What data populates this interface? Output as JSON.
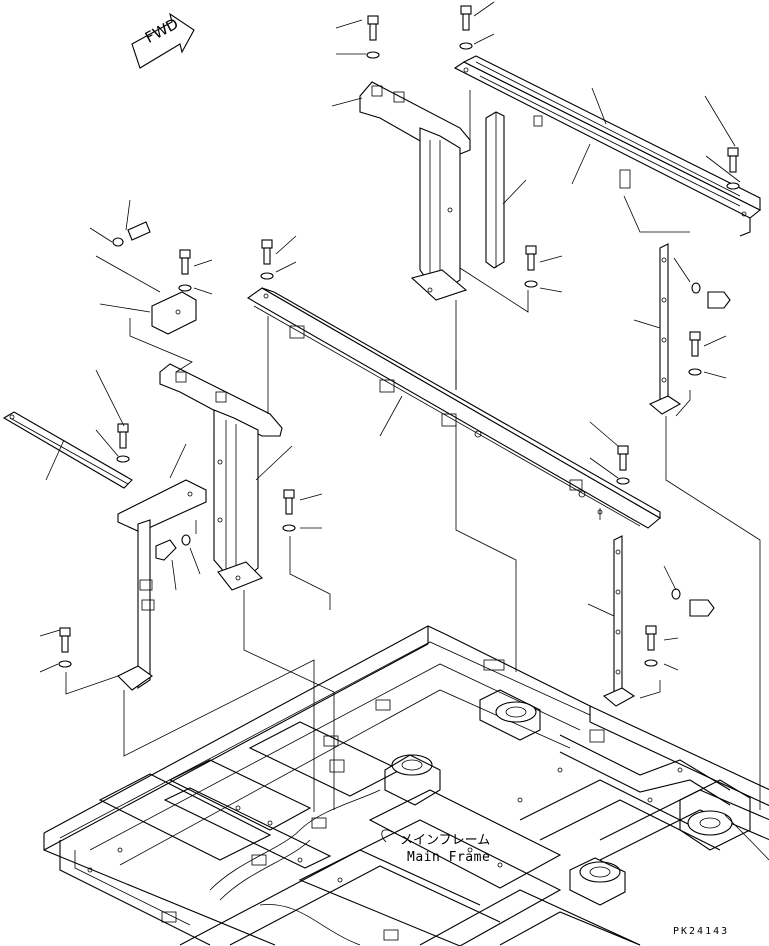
{
  "direction_arrow": {
    "text": "FWD"
  },
  "main_frame": {
    "label_ja": "メインフレーム",
    "label_en": "Main Frame"
  },
  "drawing_code": "PK24143"
}
